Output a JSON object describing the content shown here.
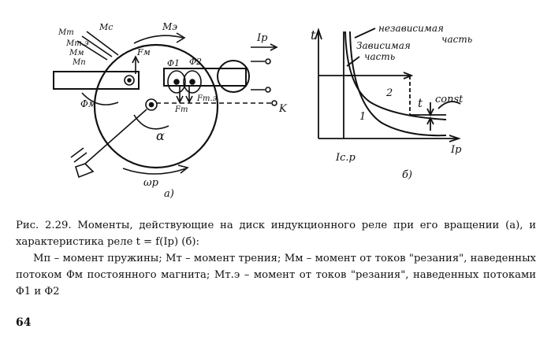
{
  "figure_a": {
    "moment_labels": {
      "mt": "Mт",
      "mtz": "Mт.э",
      "mm": "Mм",
      "mp": "Mп",
      "mc": "Mс"
    },
    "me_label": "Mэ",
    "fm_label": "Fм",
    "phi1_label": "Φ1",
    "phi2_label": "Φ2",
    "ft_label": "Fт",
    "fte_label": "Fт.э",
    "phim_label": "Φм",
    "alpha_label": "α",
    "wp_label": "ωр",
    "ip_label": "Iр",
    "k_label": "K",
    "sublabel": "а)"
  },
  "figure_b": {
    "axis_t": "t",
    "axis_ip": "Iр",
    "ic_label": "Iс.р",
    "independent_label": "независимая",
    "independent_label2": "часть",
    "dependent_label": "Зависимая",
    "dependent_label2": "часть",
    "curve2_label": "2",
    "curve1_label": "1",
    "t_const_label": "t",
    "const_label": "const",
    "sublabel": "б)"
  },
  "caption": {
    "line1": "Рис. 2.29. Моменты, действующие на диск индукционного реле при его вращении (а), и характеристика реле t = f(Iр) (б):",
    "line2": "Mп – момент пружины; Mт – момент трения; Mм – момент от токов \"резания\", наведенных потоком Φм постоянного магнита; Mт.э – момент от токов \"резания\", наведенных потоками Φ1 и Φ2"
  },
  "page_number": "64"
}
